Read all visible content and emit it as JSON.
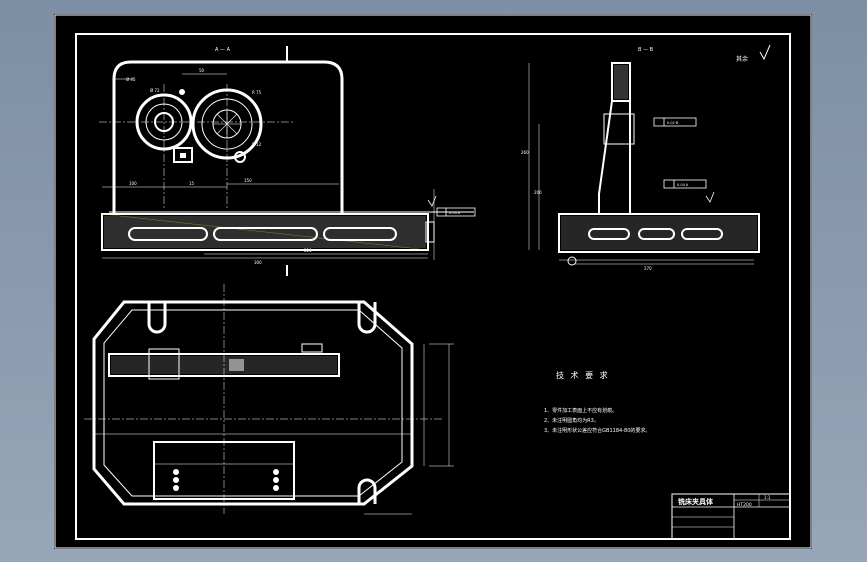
{
  "drawing": {
    "section_labels": {
      "front": "A — A",
      "side": "B — B"
    },
    "surface_finish": "其余",
    "tech_requirements": {
      "title": "技 术 要 求",
      "items": [
        "1、零件加工表面上不应有划痕。",
        "2、未注明圆角均为R3。",
        "3、未注明形状公差应符合GB1184-80的要求。"
      ]
    },
    "title_block": {
      "name": "铣床夹具体",
      "scale": "1:1",
      "material": "HT200"
    },
    "dims": {
      "d1": "Ø 72",
      "d2": "R 75",
      "d3": "Ø 45",
      "d4": "50",
      "d5": "15",
      "d6": "300",
      "d7": "225",
      "d8": "150",
      "d9": "100",
      "d10": "270",
      "d11": "R 12",
      "d12": "260",
      "d13": "200",
      "tol1": "0.03 A",
      "tol2": "0.02 B",
      "tol3": "0.04 A"
    }
  }
}
